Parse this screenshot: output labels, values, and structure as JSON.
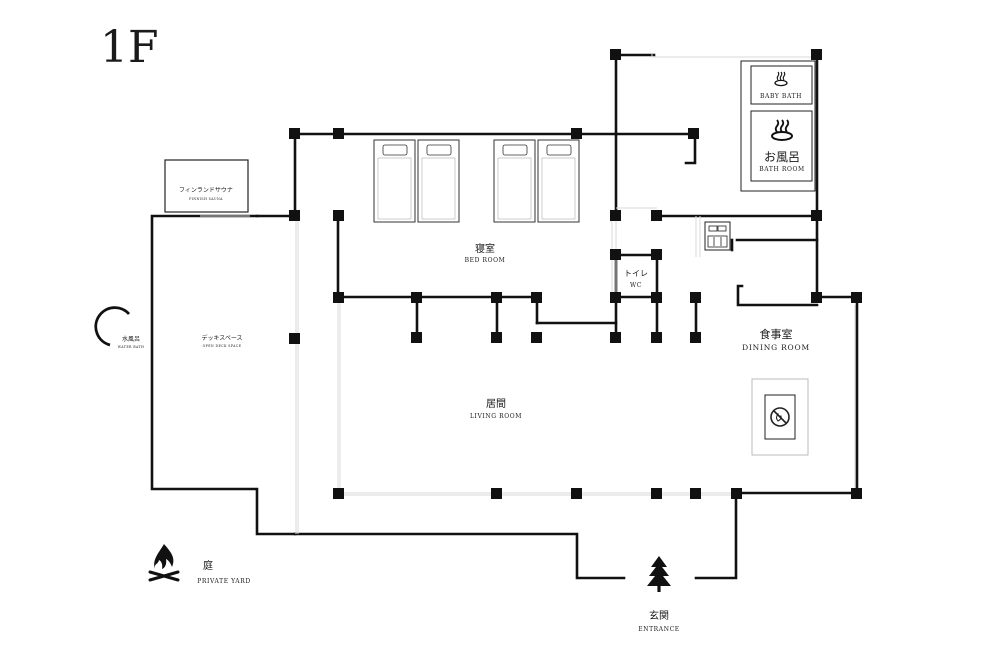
{
  "floor_label": "1F",
  "rooms": {
    "bedroom": {
      "jp": "寝室",
      "en": "BED ROOM"
    },
    "living": {
      "jp": "居間",
      "en": "LIVING ROOM"
    },
    "dining": {
      "jp": "食事室",
      "en": "DINING ROOM"
    },
    "toilet": {
      "jp": "トイレ",
      "en": "WC"
    },
    "bath": {
      "jp": "お風呂",
      "en": "BATH ROOM"
    },
    "baby_bath": {
      "en": "BABY BATH"
    },
    "sauna": {
      "jp": "フィンランドサウナ",
      "en": "FINNISH SAUNA"
    },
    "deck": {
      "jp": "デッキスペース",
      "en": "OPEN DECK SPACE"
    },
    "water_bath": {
      "jp": "水風呂",
      "en": "WATER BATH"
    },
    "yard": {
      "jp": "庭",
      "en": "PRIVATE YARD"
    },
    "entrance": {
      "jp": "玄関",
      "en": "ENTRANCE"
    }
  },
  "icons": [
    "hot-spring-icon",
    "campfire-icon",
    "pine-tree-icon",
    "no-fire-icon",
    "kitchen-appliance-icon"
  ],
  "colors": {
    "wall": "#111111",
    "glass": "#d9d9d9",
    "background": "#ffffff"
  }
}
